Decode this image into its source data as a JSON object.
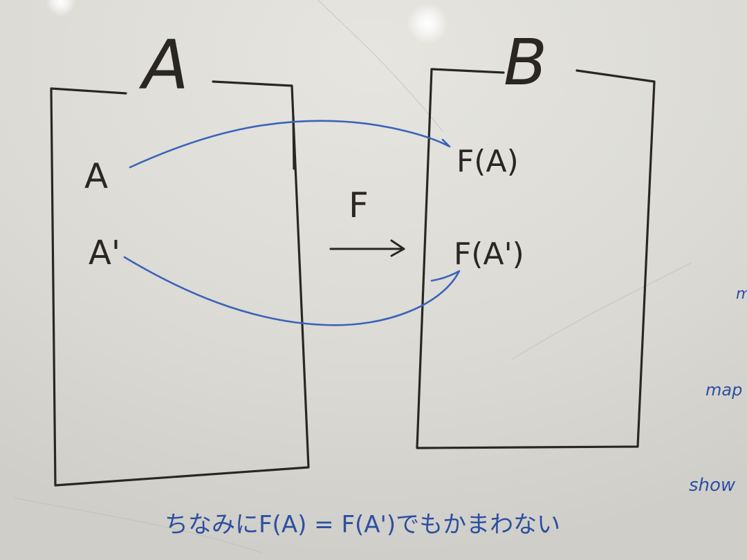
{
  "category_a": {
    "title": "A",
    "object_a": "A",
    "object_a_prime": "A'"
  },
  "category_b": {
    "title": "B",
    "image_a": "F(A)",
    "image_a_prime": "F(A')"
  },
  "functor": {
    "label": "F"
  },
  "note": {
    "text": "ちなみにF(A) = F(A')でもかまわない"
  },
  "margin_notes": {
    "top": "m",
    "middle": "map",
    "bottom": "show"
  },
  "colors": {
    "whiteboard": "#dddcd6",
    "black_marker": "#2a2622",
    "blue_marker": "#2d4fa0"
  }
}
